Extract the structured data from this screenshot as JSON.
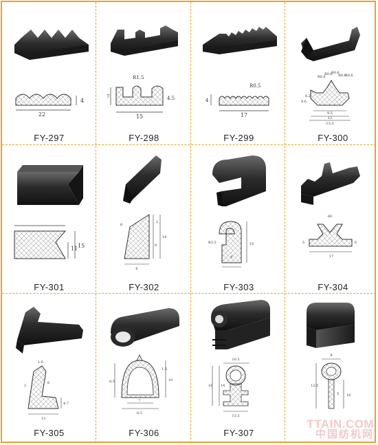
{
  "products": [
    {
      "code": "FY-297",
      "dims": [
        "22",
        "4"
      ]
    },
    {
      "code": "FY-298",
      "dims": [
        "R1.5",
        "7",
        "15",
        "4.5"
      ]
    },
    {
      "code": "FY-299",
      "dims": [
        "R0.5",
        "4",
        "17"
      ]
    },
    {
      "code": "FY-300",
      "dims": [
        "R0.6",
        "R0.6",
        "R0.6",
        "R0.6",
        "R0.6",
        "4.6",
        "6.2",
        "9.5",
        "12",
        "13.3"
      ]
    },
    {
      "code": "FY-301",
      "dims": [
        "11",
        "15"
      ]
    },
    {
      "code": "FY-302",
      "dims": [
        "6",
        "2",
        "14",
        "9",
        "6"
      ]
    },
    {
      "code": "FY-303",
      "dims": [
        "R3.5",
        "18",
        "6"
      ]
    },
    {
      "code": "FY-304",
      "dims": [
        "60",
        "5",
        "6",
        "17"
      ]
    },
    {
      "code": "FY-305",
      "dims": [
        "1.6",
        "2",
        "6",
        "4.7",
        "13"
      ]
    },
    {
      "code": "FY-306",
      "dims": [
        "1.5",
        "8.5",
        "10",
        "7",
        "8.5"
      ]
    },
    {
      "code": "FY-307",
      "dims": [
        "10.5",
        "14",
        "16",
        "13.5"
      ]
    },
    {
      "code": "FY-308",
      "dims": [
        "8",
        "12.5",
        "5",
        "16"
      ]
    }
  ],
  "watermark": {
    "line1": "TTAIN.COM",
    "line2": "中国纺机网"
  },
  "colors": {
    "border": "#f0a020",
    "rubber": "#2a2a2a",
    "hatch": "#777777",
    "watermark": "#f3c9c9"
  }
}
